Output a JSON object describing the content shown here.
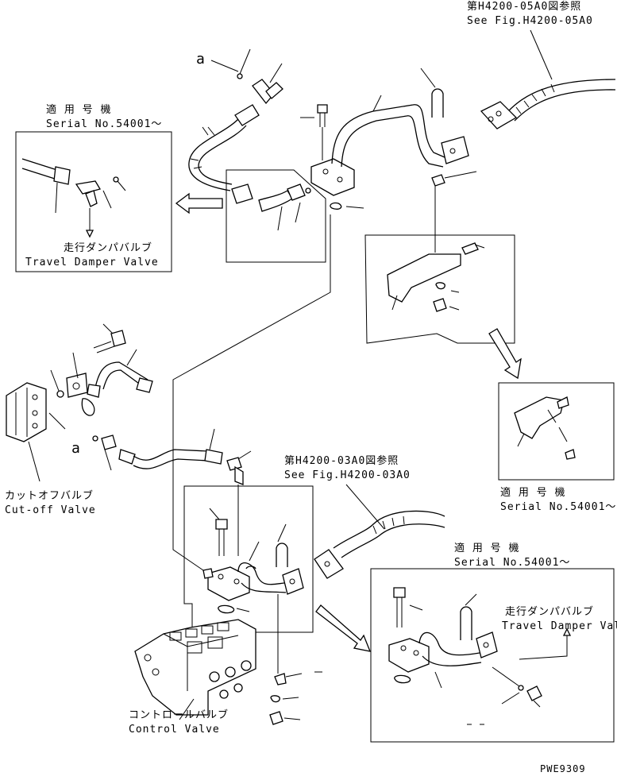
{
  "labels": {
    "ref_top_ja": "第H4200-05A0図参照",
    "ref_top_en": "See Fig.H4200-05A0",
    "ref_mid_ja": "第H4200-03A0図参照",
    "ref_mid_en": "See Fig.H4200-03A0",
    "serial_ja": "適 用 号 機",
    "serial_en": "Serial No.54001～",
    "travel_damper_ja": "走行ダンパバルブ",
    "travel_damper_en": "Travel Damper Valve",
    "cutoff_ja": "カットオフバルブ",
    "cutoff_en": "Cut-off Valve",
    "control_ja": "コントロールバルブ",
    "control_en": "Control Valve",
    "marker_a": "a",
    "page_code": "PWE9309"
  },
  "icons": [
    "arrow-right-icon",
    "arrow-left-icon",
    "arrow-down-icon"
  ]
}
